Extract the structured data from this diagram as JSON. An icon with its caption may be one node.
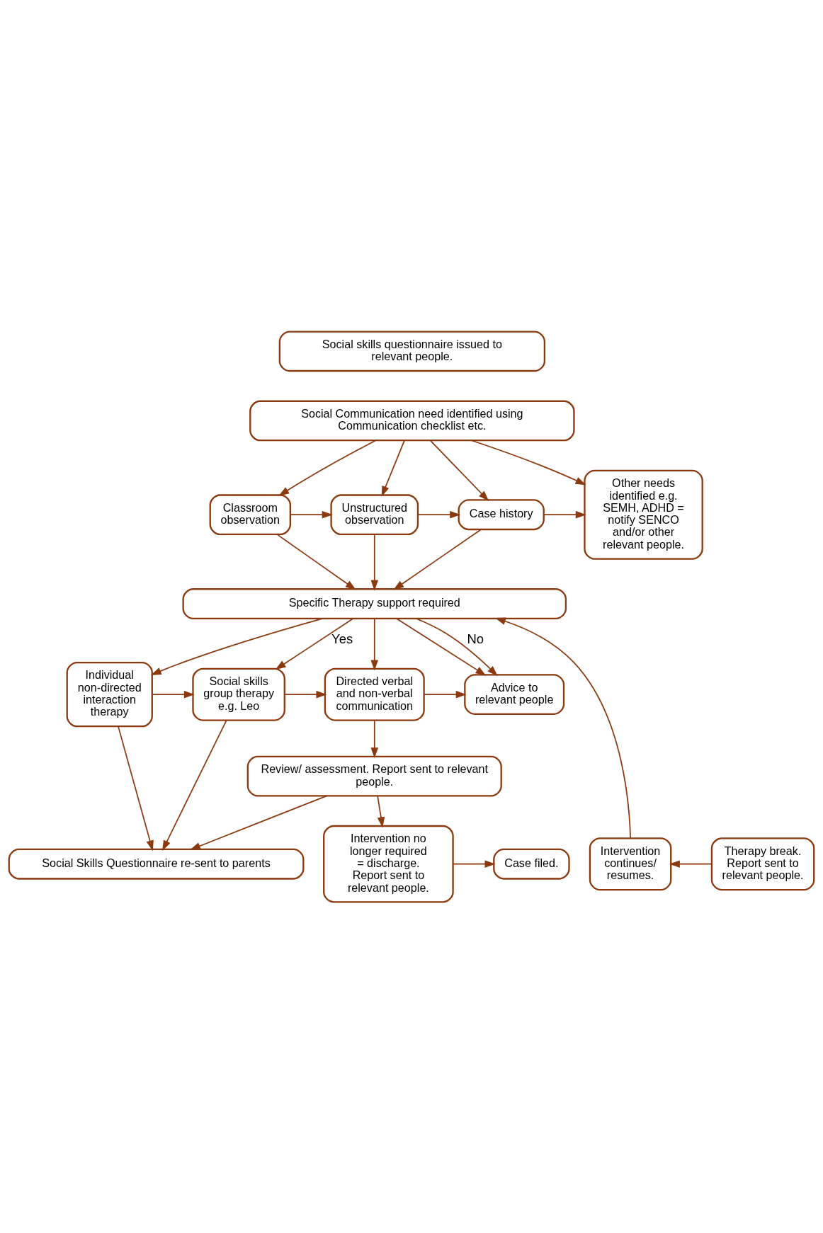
{
  "diagram": {
    "nodes": [
      {
        "text": [
          "Social skills questionnaire issued to relevant people."
        ]
      },
      {
        "text": [
          "Social Communication need identified using Communication checklist etc."
        ]
      },
      {
        "text": [
          "Classroom observation"
        ]
      },
      {
        "text": [
          "Unstructured observation"
        ]
      },
      {
        "text": [
          "Case history"
        ]
      },
      {
        "text": [
          "Other needs identified e.g. SEMH, ADHD = notify SENCO and/or other relevant people."
        ]
      },
      {
        "text": [
          "Specific Therapy support required"
        ]
      },
      {
        "text": [
          "Individual non-directed interaction therapy"
        ]
      },
      {
        "text": [
          "Social skills group therapy e.g. Leo"
        ]
      },
      {
        "text": [
          "Directed verbal and non-verbal communication"
        ]
      },
      {
        "text": [
          "Advice to relevant people"
        ]
      },
      {
        "text": [
          "Review/ assessment. Report sent to relevant people."
        ]
      },
      {
        "text": [
          "Social Skills Questionnaire re-sent to parents"
        ]
      },
      {
        "text": [
          "Intervention continues/ resumes."
        ]
      },
      {
        "text": [
          "Therapy break. Report sent to relevant people."
        ]
      },
      {
        "text": [
          "Intervention no longer required = discharge. Report sent to relevant people."
        ]
      },
      {
        "text": [
          "Case filed."
        ]
      }
    ],
    "edges": [
      {
        "from": 1,
        "to": 2,
        "arrow": "to"
      },
      {
        "from": 1,
        "to": 3,
        "arrow": "to"
      },
      {
        "from": 1,
        "to": 4,
        "arrow": "to"
      },
      {
        "from": 1,
        "to": 5,
        "arrow": "to"
      },
      {
        "from": 2,
        "to": 3,
        "arrow": "to"
      },
      {
        "from": 3,
        "to": 4,
        "arrow": "to"
      },
      {
        "from": 4,
        "to": 5,
        "arrow": "to"
      },
      {
        "from": 2,
        "to": 6,
        "arrow": "to"
      },
      {
        "from": 3,
        "to": 6,
        "arrow": "to"
      },
      {
        "from": 4,
        "to": 6,
        "arrow": "to"
      },
      {
        "from": 6,
        "to": 7,
        "arrow": "to"
      },
      {
        "from": 6,
        "to": 8,
        "arrow": "to",
        "label": "Yes"
      },
      {
        "from": 6,
        "to": 9,
        "arrow": "to"
      },
      {
        "from": 6,
        "to": 10,
        "arrow": "to"
      },
      {
        "from": 6,
        "to": 10,
        "arrow": "to",
        "label": "No"
      },
      {
        "from": 7,
        "to": 8,
        "arrow": "to"
      },
      {
        "from": 8,
        "to": 9,
        "arrow": "to"
      },
      {
        "from": 9,
        "to": 10,
        "arrow": "to"
      },
      {
        "from": 9,
        "to": 11,
        "arrow": "to"
      },
      {
        "from": 7,
        "to": 12,
        "arrow": "to"
      },
      {
        "from": 8,
        "to": 12,
        "arrow": "to"
      },
      {
        "from": 11,
        "to": 12,
        "arrow": "to"
      },
      {
        "from": 11,
        "to": 15,
        "arrow": "to"
      },
      {
        "from": 15,
        "to": 16,
        "arrow": "to"
      },
      {
        "from": 14,
        "to": 13,
        "arrow": "to"
      },
      {
        "from": 13,
        "to": 6,
        "arrow": "to"
      }
    ]
  }
}
